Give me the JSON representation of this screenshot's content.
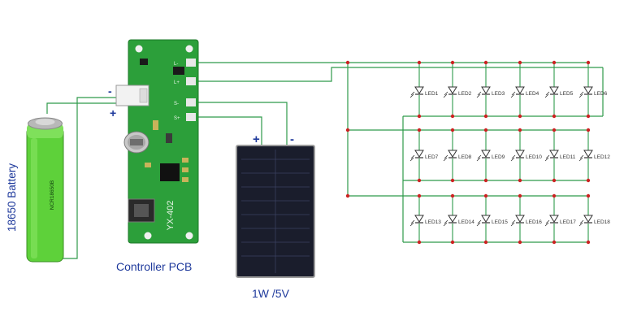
{
  "battery": {
    "label": "18650 Battery",
    "imprint": "NCR18650B"
  },
  "controller": {
    "label": "Controller PCB",
    "model": "YX-402"
  },
  "panel": {
    "label": "1W /5V",
    "plus": "+",
    "minus": "-"
  },
  "battery_terminals": {
    "minus": "-",
    "plus": "+"
  },
  "pads": [
    "L-",
    "L+",
    "S-",
    "S+"
  ],
  "leds": [
    "LED1",
    "LED2",
    "LED3",
    "LED4",
    "LED5",
    "LED6",
    "LED7",
    "LED8",
    "LED9",
    "LED10",
    "LED11",
    "LED12",
    "LED13",
    "LED14",
    "LED15",
    "LED16",
    "LED17",
    "LED18"
  ],
  "colors": {
    "wire": "#2e9a4a",
    "node": "#cc2222",
    "pcb": "#2c9f3a",
    "battery": "#5ed13a",
    "panel": "#1a1d2c",
    "caption": "#1f3a9c"
  }
}
